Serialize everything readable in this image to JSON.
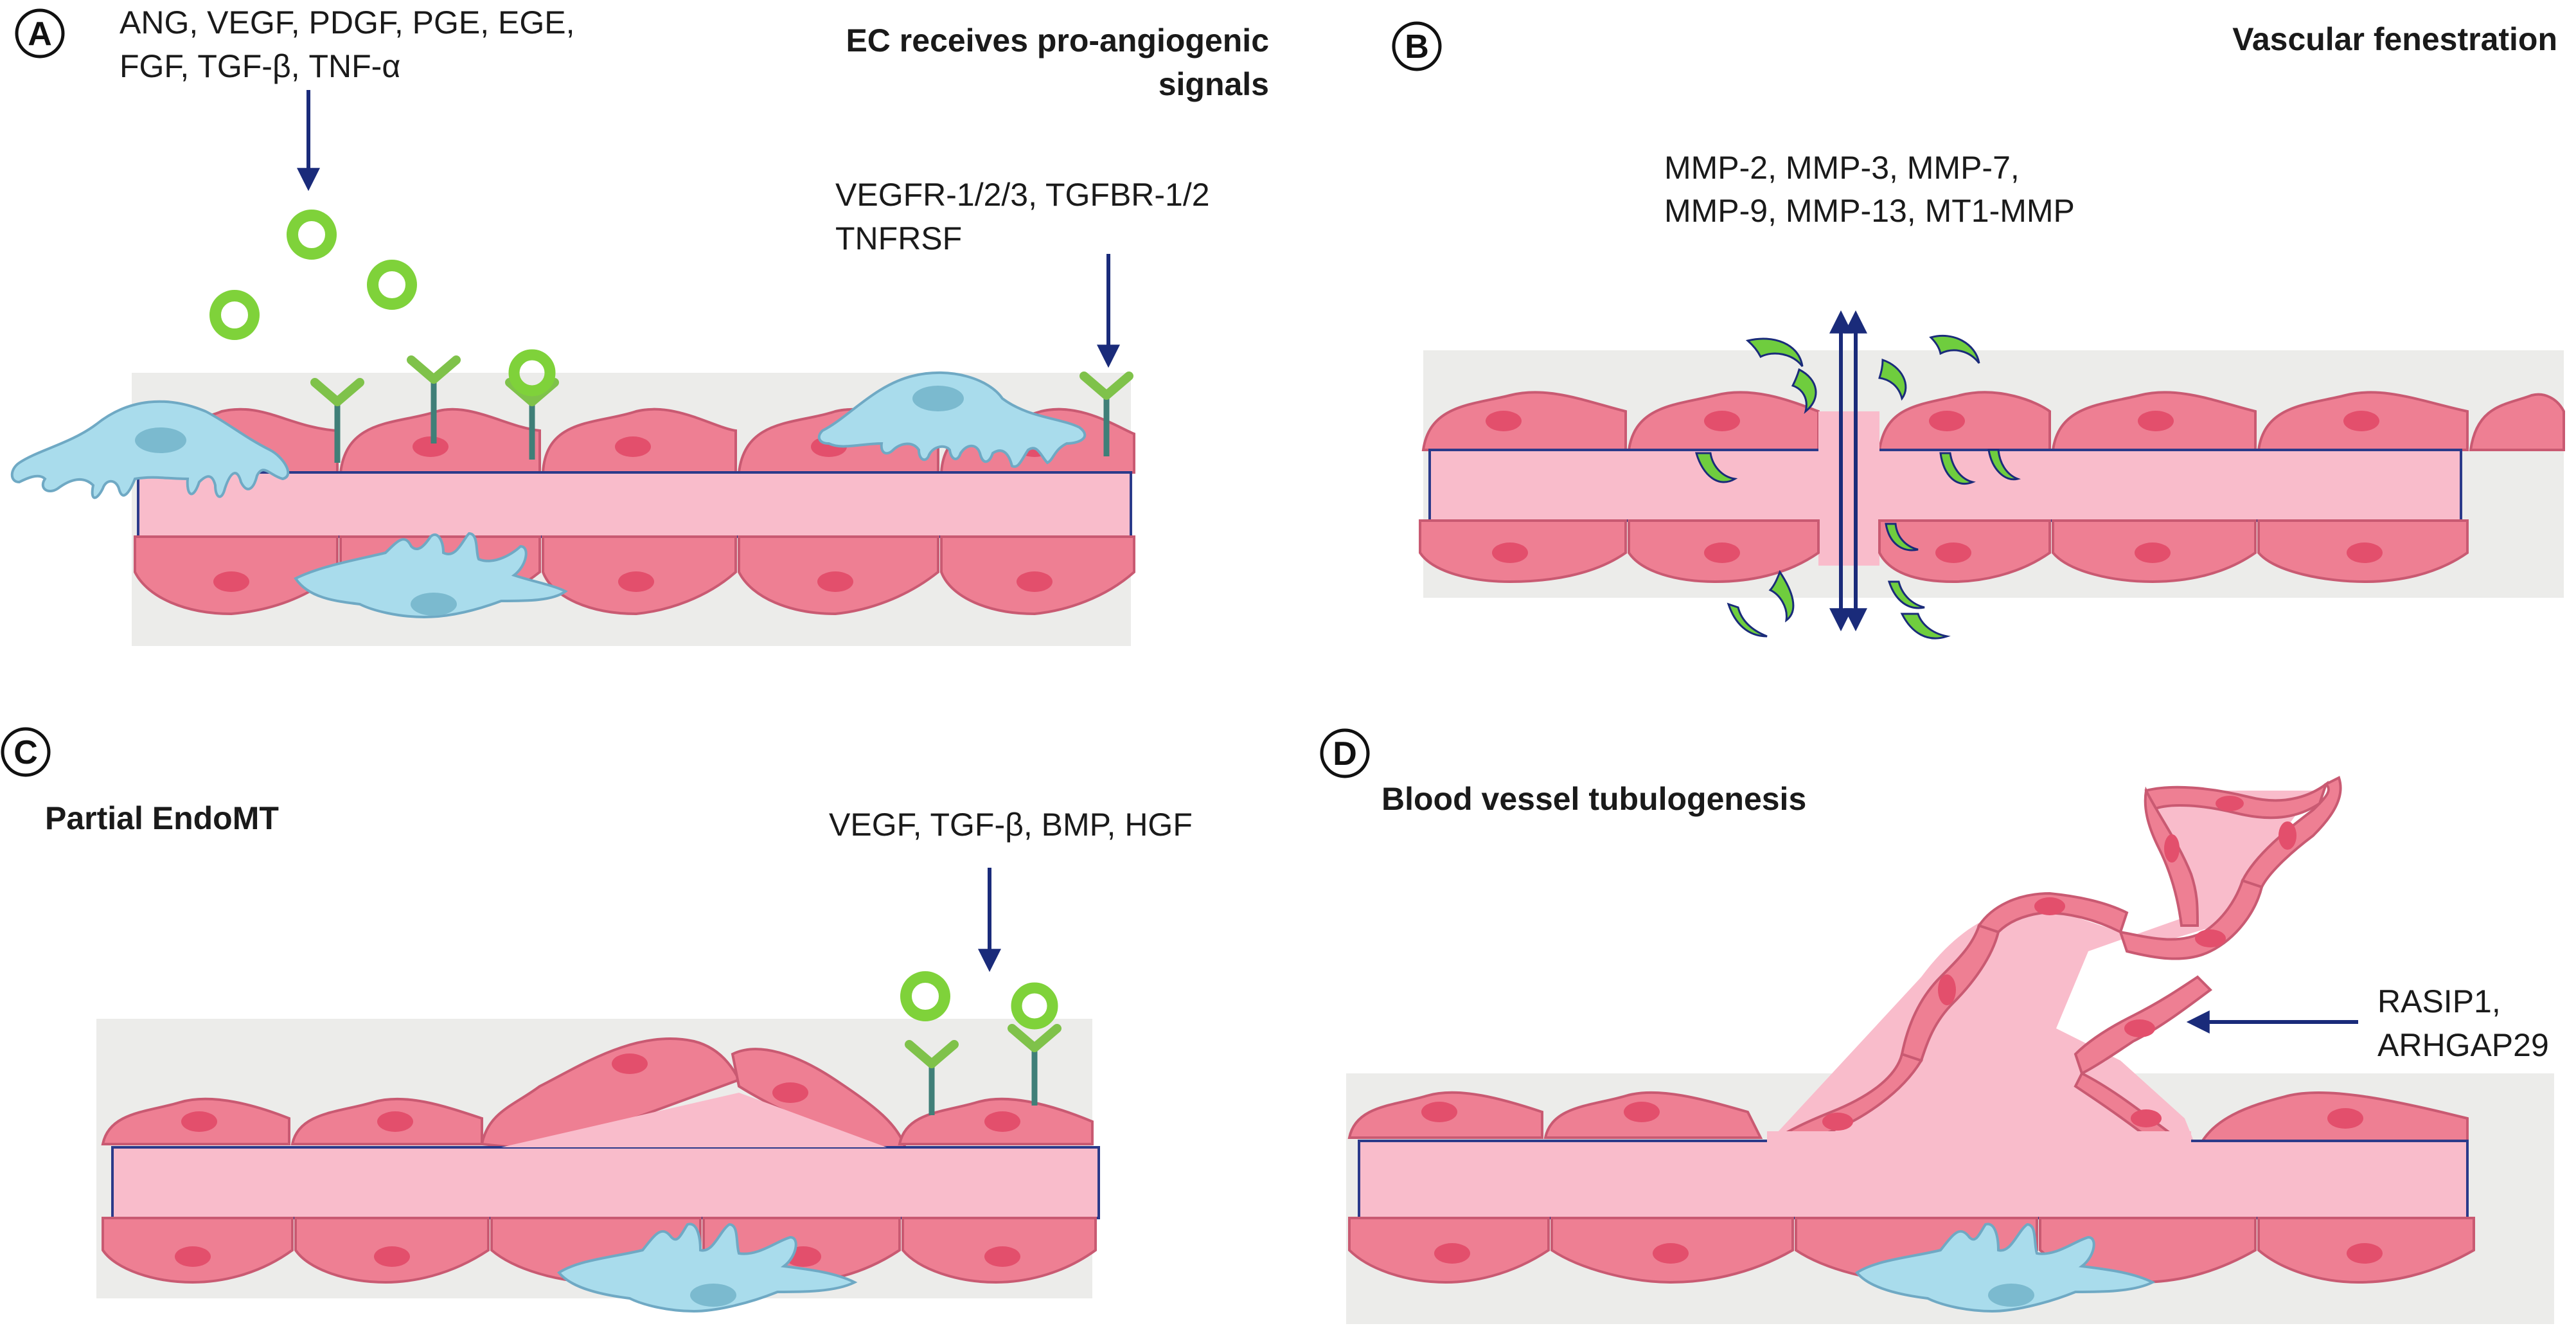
{
  "panels": {
    "A": {
      "letter": "A",
      "title_line1": "EC receives pro-angiogenic",
      "title_line2": "signals",
      "ligands_line1": "ANG, VEGF, PDGF, PGE, EGE,",
      "ligands_line2": "FGF, TGF-β, TNF-α",
      "receptors_line1": "VEGFR-1/2/3, TGFBR-1/2",
      "receptors_line2": "TNFRSF"
    },
    "B": {
      "letter": "B",
      "title": "Vascular fenestration",
      "mmps_line1": "MMP-2, MMP-3, MMP-7,",
      "mmps_line2": "MMP-9, MMP-13, MT1-MMP"
    },
    "C": {
      "letter": "C",
      "title": "Partial EndoMT",
      "factors": "VEGF, TGF-β, BMP, HGF"
    },
    "D": {
      "letter": "D",
      "title": "Blood vessel tubulogenesis",
      "genes_line1": "RASIP1,",
      "genes_line2": "ARHGAP29"
    }
  },
  "colors": {
    "endothelial_cell": "#ee7f93",
    "nucleus": "#e34f6c",
    "lumen": "#f9bccb",
    "background_tissue": "#ececea",
    "pericyte": "#a9dcec",
    "ligand": "#7fd23a",
    "receptor_stem": "#3f7f78",
    "receptor_arms": "#7fc24a",
    "arrow": "#1a2b7a",
    "mmp": "#6fcd3e"
  }
}
